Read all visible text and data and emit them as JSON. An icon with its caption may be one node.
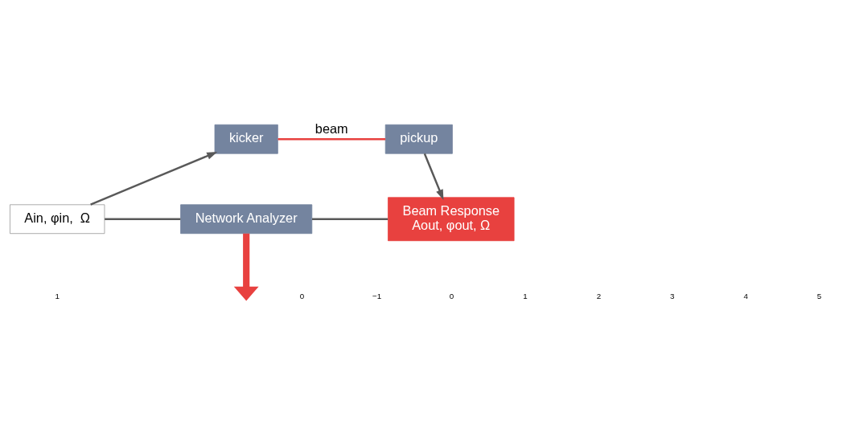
{
  "diagram": {
    "nodes": [
      {
        "text": [
          "kicker"
        ]
      },
      {
        "text": [
          "pickup"
        ]
      },
      {
        "text": [
          "Ain, φin,  Ω"
        ]
      },
      {
        "text": [
          "Network Analyzer"
        ]
      },
      {
        "text": [
          "Beam Response",
          "Aout, φout, Ω"
        ]
      }
    ],
    "edges": [
      {
        "from": 0,
        "to": 1,
        "arrow": "none",
        "label": "beam",
        "color": "#e8413f"
      },
      {
        "from": 2,
        "to": 0,
        "arrow": "to"
      },
      {
        "from": 1,
        "to": 4,
        "arrow": "to"
      },
      {
        "from": 2,
        "to": 3,
        "arrow": "none"
      },
      {
        "from": 3,
        "to": 4,
        "arrow": "none"
      },
      {
        "from": 3,
        "to": null,
        "arrow": "to",
        "style": "thick",
        "color": "#e8413f"
      }
    ],
    "labels": [
      "1",
      "0",
      "−1",
      "0",
      "1",
      "2",
      "3",
      "4",
      "5"
    ]
  }
}
